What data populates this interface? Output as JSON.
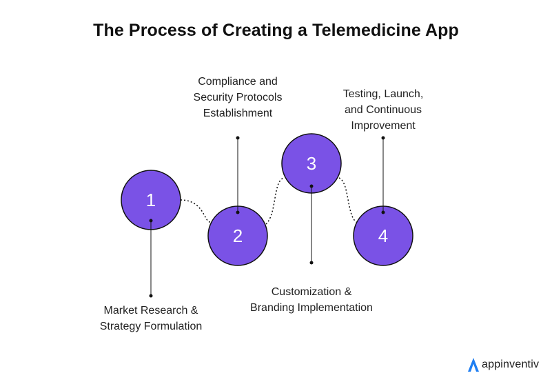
{
  "title": "The Process of Creating a Telemedicine App",
  "colors": {
    "circle_fill": "#7a52e6",
    "circle_stroke": "#111111",
    "line": "#111111",
    "brand_accent": "#1e7ef2"
  },
  "steps": [
    {
      "number": "1",
      "label_lines": [
        "Market Research &",
        "Strategy Formulation"
      ]
    },
    {
      "number": "2",
      "label_lines": [
        "Compliance and",
        "Security Protocols",
        "Establishment"
      ]
    },
    {
      "number": "3",
      "label_lines": [
        "Customization &",
        "Branding Implementation"
      ]
    },
    {
      "number": "4",
      "label_lines": [
        "Testing, Launch,",
        "and Continuous",
        "Improvement"
      ]
    }
  ],
  "brand": {
    "name": "appinventiv",
    "icon": "appinventiv-logo-icon"
  }
}
